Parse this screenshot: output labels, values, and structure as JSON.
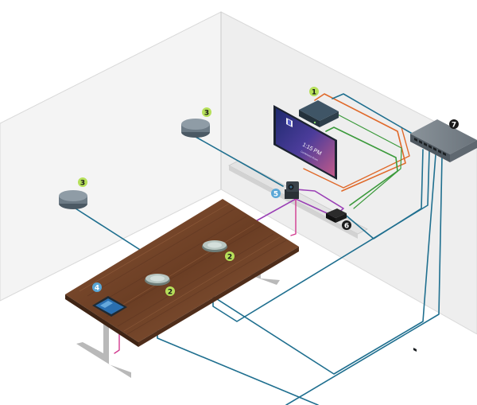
{
  "colors": {
    "wall_left": "#f3f3f3",
    "wall_right": "#ececec",
    "floor": "#ffffff",
    "wall_edge": "#d6d6d6",
    "cable_blue": "#1f6f8f",
    "cable_orange": "#e0692a",
    "cable_green": "#3b9a3b",
    "cable_purple": "#9a3fb5",
    "cable_magenta": "#d23a8f",
    "badge_green": "#b6e05a",
    "badge_blue": "#5aa7d6",
    "badge_black": "#1a1a1a",
    "table_wood": "#7a4a2e",
    "table_wood_dark": "#4f2d1a",
    "device_dark": "#2f3c45",
    "switch_gray": "#6f7880"
  },
  "display": {
    "screen_time": "1:15 PM",
    "screen_caption": "Conference Room"
  },
  "badges": {
    "video_bar_label": "1",
    "mic_label": "2",
    "speaker_label": "3",
    "touch_panel_label": "4",
    "camera_label": "5",
    "processor_label": "6",
    "switch_label": "7"
  },
  "icons": {
    "screen_logo": "teams-logo-icon"
  }
}
